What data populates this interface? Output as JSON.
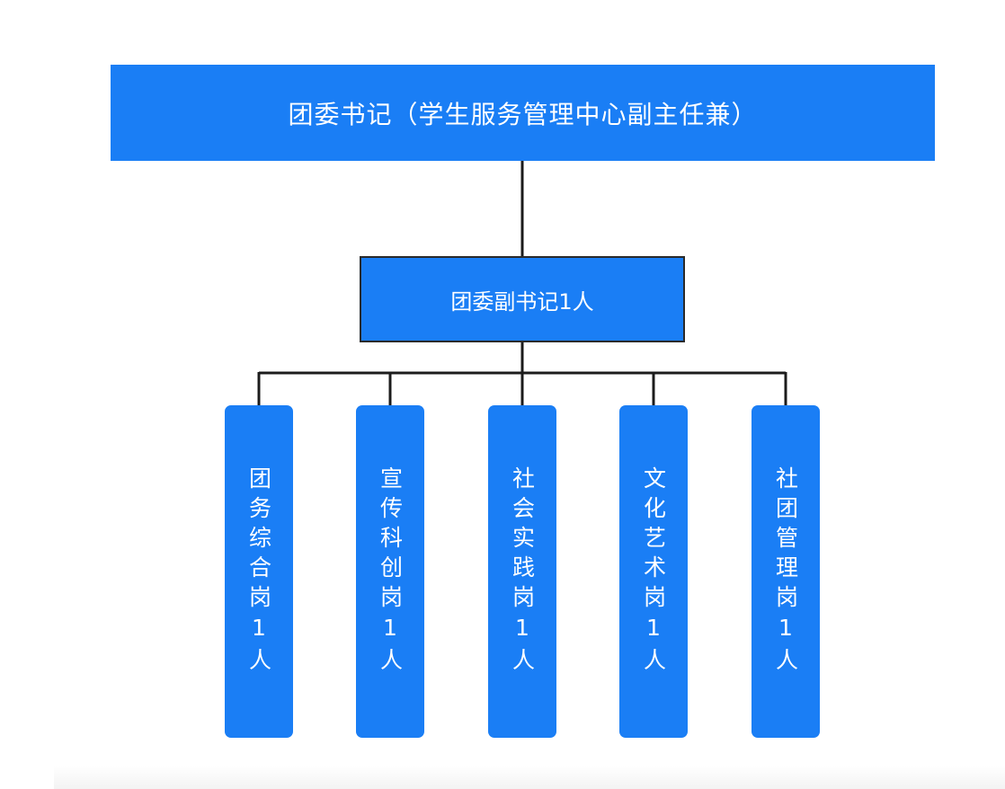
{
  "chart_title": "",
  "colors": {
    "node_fill": "#1a7ef5",
    "node_text": "#ffffff",
    "connector": "#1c1c1c"
  },
  "org_chart": {
    "root": {
      "label": "团委书记（学生服务管理中心副主任兼）"
    },
    "deputy": {
      "label": "团委副书记1人"
    },
    "positions": [
      {
        "label": "团务综合岗1人"
      },
      {
        "label": "宣传科创岗1人"
      },
      {
        "label": "社会实践岗1人"
      },
      {
        "label": "文化艺术岗1人"
      },
      {
        "label": "社团管理岗1人"
      }
    ]
  }
}
